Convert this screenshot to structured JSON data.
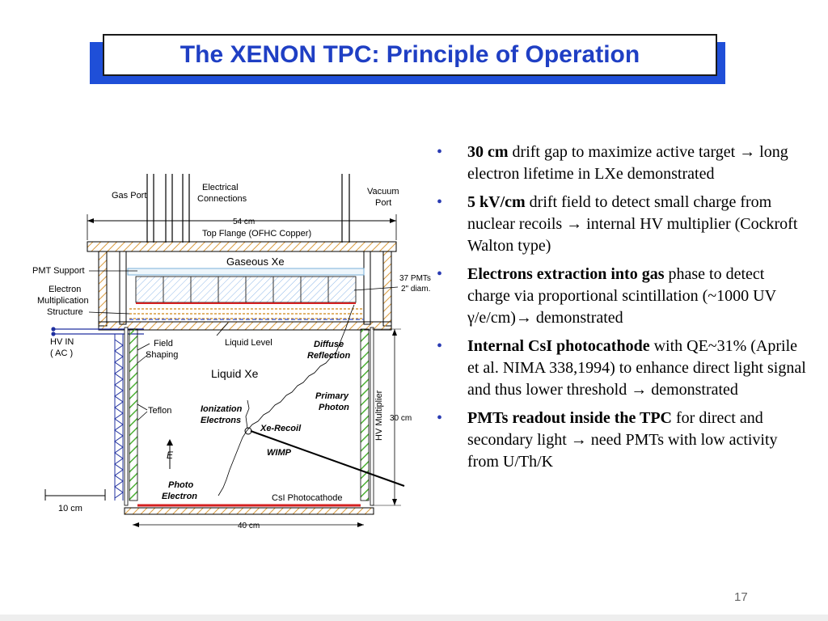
{
  "slide": {
    "title": "The XENON TPC: Principle of Operation",
    "page_number": "17"
  },
  "diagram": {
    "gas_port": "Gas Port",
    "electrical_connections_1": "Electrical",
    "electrical_connections_2": "Connections",
    "vacuum_port_1": "Vacuum",
    "vacuum_port_2": "Port",
    "dim_54": "54 cm",
    "top_flange": "Top Flange (OFHC Copper)",
    "gaseous_xe": "Gaseous Xe",
    "pmt_support": "PMT Support",
    "pmts_1": "37 PMTs",
    "pmts_2": "2\" diam.",
    "electron_mult_1": "Electron",
    "electron_mult_2": "Multiplication",
    "electron_mult_3": "Structure",
    "hv_in_1": "HV IN",
    "hv_in_2": "( AC )",
    "field_shaping_1": "Field",
    "field_shaping_2": "Shaping",
    "liquid_level": "Liquid Level",
    "diffuse_1": "Diffuse",
    "diffuse_2": "Reflection",
    "liquid_xe": "Liquid Xe",
    "primary_1": "Primary",
    "primary_2": "Photon",
    "hv_multiplier": "HV Multiplier",
    "teflon": "Teflon",
    "ionization_1": "Ionization",
    "ionization_2": "Electrons",
    "xe_recoil": "Xe-Recoil",
    "wimp": "WIMP",
    "dim_30": "30 cm",
    "e_field": "E",
    "photo_electron_1": "Photo",
    "photo_electron_2": "Electron",
    "csi": "CsI Photocathode",
    "dim_10": "10 cm",
    "dim_40": "40 cm"
  },
  "bullets": [
    {
      "bold": "30 cm",
      "text": " drift gap to maximize active target  → long electron lifetime in LXe demonstrated"
    },
    {
      "bold": "5 kV/cm",
      "text": "  drift field to detect small charge from nuclear recoils → internal HV multiplier (Cockroft Walton type)"
    },
    {
      "bold": "Electrons extraction into gas",
      "text": " phase to detect charge via proportional scintillation  (~1000 UV γ/e/cm)→ demonstrated"
    },
    {
      "bold": "Internal CsI photocathode",
      "text": " with QE~31%  (Aprile et al. NIMA 338,1994)  to enhance direct light signal and thus  lower threshold → demonstrated"
    },
    {
      "bold": "PMTs readout inside the TPC",
      "text": " for direct and secondary light  → need PMTs  with low  activity from U/Th/K"
    }
  ],
  "bullet_symbol": "•",
  "colors": {
    "title_text": "#1f3fc4",
    "title_shadow": "#1f4fd8",
    "flange_hatch": "#d99a3c",
    "teflon_green": "#4caf35",
    "csi_red": "#d42020",
    "hv_blue": "#2030a0"
  }
}
